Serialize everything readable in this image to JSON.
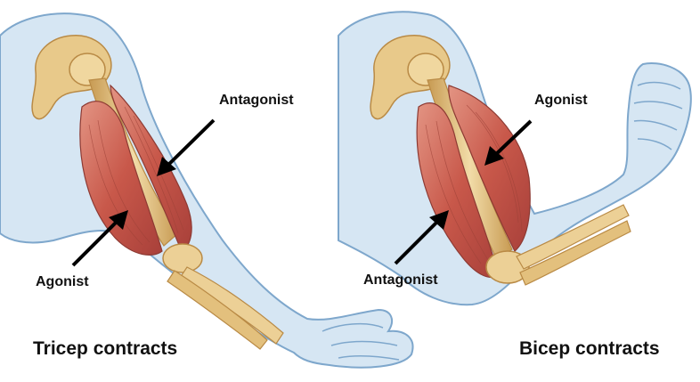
{
  "colors": {
    "skin_fill": "#d6e6f3",
    "skin_outline": "#7ea7cc",
    "bone": "#e8c98a",
    "bone_shade": "#c79a52",
    "muscle": "#c8584a",
    "muscle_light": "#e08a78",
    "tendon": "#f1d9c6",
    "arrow": "#000000"
  },
  "left_panel": {
    "antagonist_label": "Antagonist",
    "agonist_label": "Agonist",
    "caption": "Tricep contracts",
    "arm_icon": "extended-arm-icon"
  },
  "right_panel": {
    "agonist_label": "Agonist",
    "antagonist_label": "Antagonist",
    "caption": "Bicep contracts",
    "arm_icon": "flexed-arm-icon"
  }
}
